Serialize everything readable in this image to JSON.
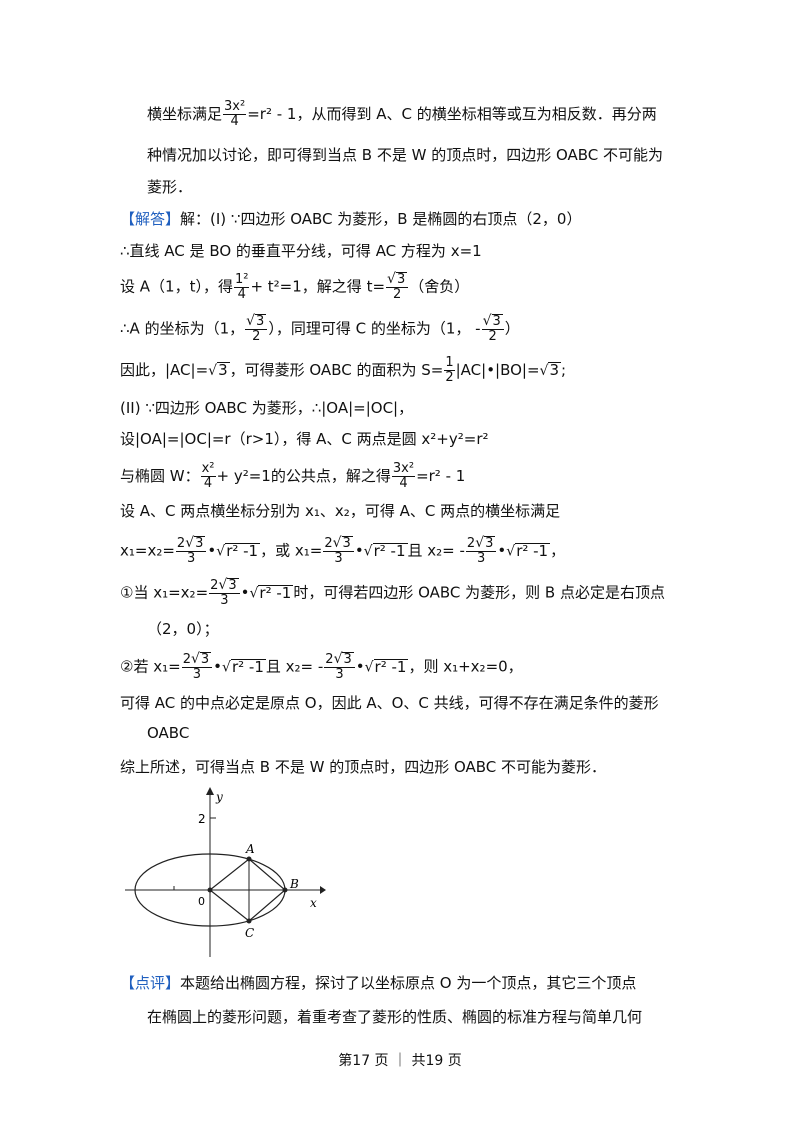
{
  "lines": {
    "l1a": "横坐标满足",
    "l1b": "=r² - 1，从而得到 A、C 的横坐标相等或互为相反数．再分两",
    "l2": "种情况加以讨论，即可得到当点 B 不是 W 的顶点时，四边形 OABC 不可能为",
    "l3": "菱形．",
    "ans_tag": "【解答】",
    "ans_text": "解：(I) ∵四边形 OABC 为菱形，B 是椭圆的右顶点（2，0）",
    "l5": "∴直线 AC 是 BO 的垂直平分线，可得 AC 方程为 x=1",
    "l6a": "设 A（1，t），得",
    "l6b": "，解之得 t=",
    "l6c": "（舍负）",
    "l7a": "∴A 的坐标为（1，",
    "l7b": "），同理可得 C 的坐标为（1， -",
    "l7c": "）",
    "l8a": "因此，|AC|=",
    "l8b": "，可得菱形 OABC 的面积为 S=",
    "l8c": "|AC|•|BO|=",
    "l8d": ";",
    "l9": "(II) ∵四边形 OABC 为菱形，∴|OA|=|OC|，",
    "l10": "设|OA|=|OC|=r（r>1），得 A、C 两点是圆 x²+y²=r²",
    "l11a": "与椭圆 W：",
    "l11b": "的公共点，解之得",
    "l11c": "=r² - 1",
    "l12": "设 A、C 两点横坐标分别为 x₁、x₂，可得 A、C 两点的横坐标满足",
    "l13a": "x₁=x₂=",
    "l13b": "，或 x₁=",
    "l13c": "且 x₂= -",
    "l13d": "，",
    "l14a": "①当 x₁=x₂=",
    "l14b": "时，可得若四边形 OABC 为菱形，则 B 点必定是右顶点",
    "l15": "（2，0）；",
    "l16a": "②若 x₁=",
    "l16b": "且 x₂= -",
    "l16c": "，则 x₁+x₂=0，",
    "l17": "可得 AC 的中点必定是原点 O，因此 A、O、C 共线，可得不存在满足条件的菱形",
    "l18": "OABC",
    "l19": "综上所述，可得当点 B 不是 W 的顶点时，四边形 OABC 不可能为菱形．",
    "rev_tag": "【点评】",
    "rev_text": "本题给出椭圆方程，探讨了以坐标原点 O 为一个顶点，其它三个顶点",
    "l21": "在椭圆上的菱形问题，着重考查了菱形的性质、椭圆的标准方程与简单几何"
  },
  "math": {
    "three_x2": "3x²",
    "four": "4",
    "one2": "1²",
    "plus_t2": "+ t²=1",
    "sqrt3": "3",
    "two": "2",
    "one": "1",
    "three": "3",
    "x2": "x²",
    "plus_y2": "+ y²=1",
    "two_sqrt3_num": "2",
    "r2m1": "r² -1",
    "bullet": "•"
  },
  "figure": {
    "y_label": "y",
    "x_label": "x",
    "tick_2": "2",
    "origin": "0",
    "A": "A",
    "B": "B",
    "C": "C"
  },
  "footer": {
    "text": "第17 页 ｜ 共19 页"
  },
  "colors": {
    "tag": "#1f5fbf",
    "text": "#111111"
  }
}
